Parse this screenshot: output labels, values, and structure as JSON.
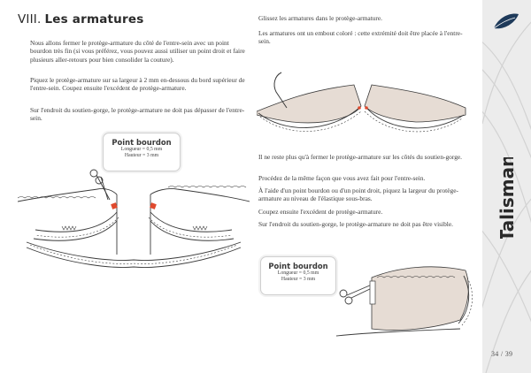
{
  "section": {
    "number": "VIII.",
    "title": "Les armatures"
  },
  "left": {
    "paragraphs": [
      "Nous allons fermer le protège-armature du côté de l'entre-sein avec un point bourdon très fin (si vous préférez, vous pouvez aussi utiliser un point droit et faire plusieurs aller-retours pour bien consolider la couture).",
      "Piquez le protège-armature sur sa largeur à 2 mm en-dessous du bord supérieur de l'entre-sein. Coupez ensuite l'excédent de protège-armature.",
      "Sur l'endroit du soutien-gorge, le protège-armature ne doit pas dépasser de l'entre-sein."
    ]
  },
  "right": {
    "top_paragraphs": [
      "Glissez les armatures dans le protège-armature.",
      "Les armatures ont un embout coloré : cette extrémité doit être placée à l'entre-sein."
    ],
    "bottom_paragraphs": [
      "Il ne reste plus qu'à fermer le protège-armature sur les côtés du soutien-gorge.",
      "Procédez de la même façon que vous avez fait pour l'entre-sein.",
      "À l'aide d'un point bourdon ou d'un point droit, piquez la largeur du protège-armature au niveau de l'élastique sous-bras.",
      "Coupez ensuite l'excédent de protège-armature.",
      "Sur l'endroit du soutien-gorge, le protège-armature ne doit pas être visible."
    ]
  },
  "stitch_boxes": [
    {
      "title": "Point bourdon",
      "length": "Longueur = 0,5 mm",
      "height": "Hauteur = 3 mm"
    },
    {
      "title": "Point bourdon",
      "length": "Longueur = 0,5 mm",
      "height": "Hauteur = 3 mm"
    }
  ],
  "brand": {
    "name": "Talisman"
  },
  "page_number": "34 / 39",
  "colors": {
    "accent": "#e04a2e",
    "fabric": "#e6dcd4",
    "sidebar": "#ececec",
    "logo": "#1e3a5a"
  }
}
